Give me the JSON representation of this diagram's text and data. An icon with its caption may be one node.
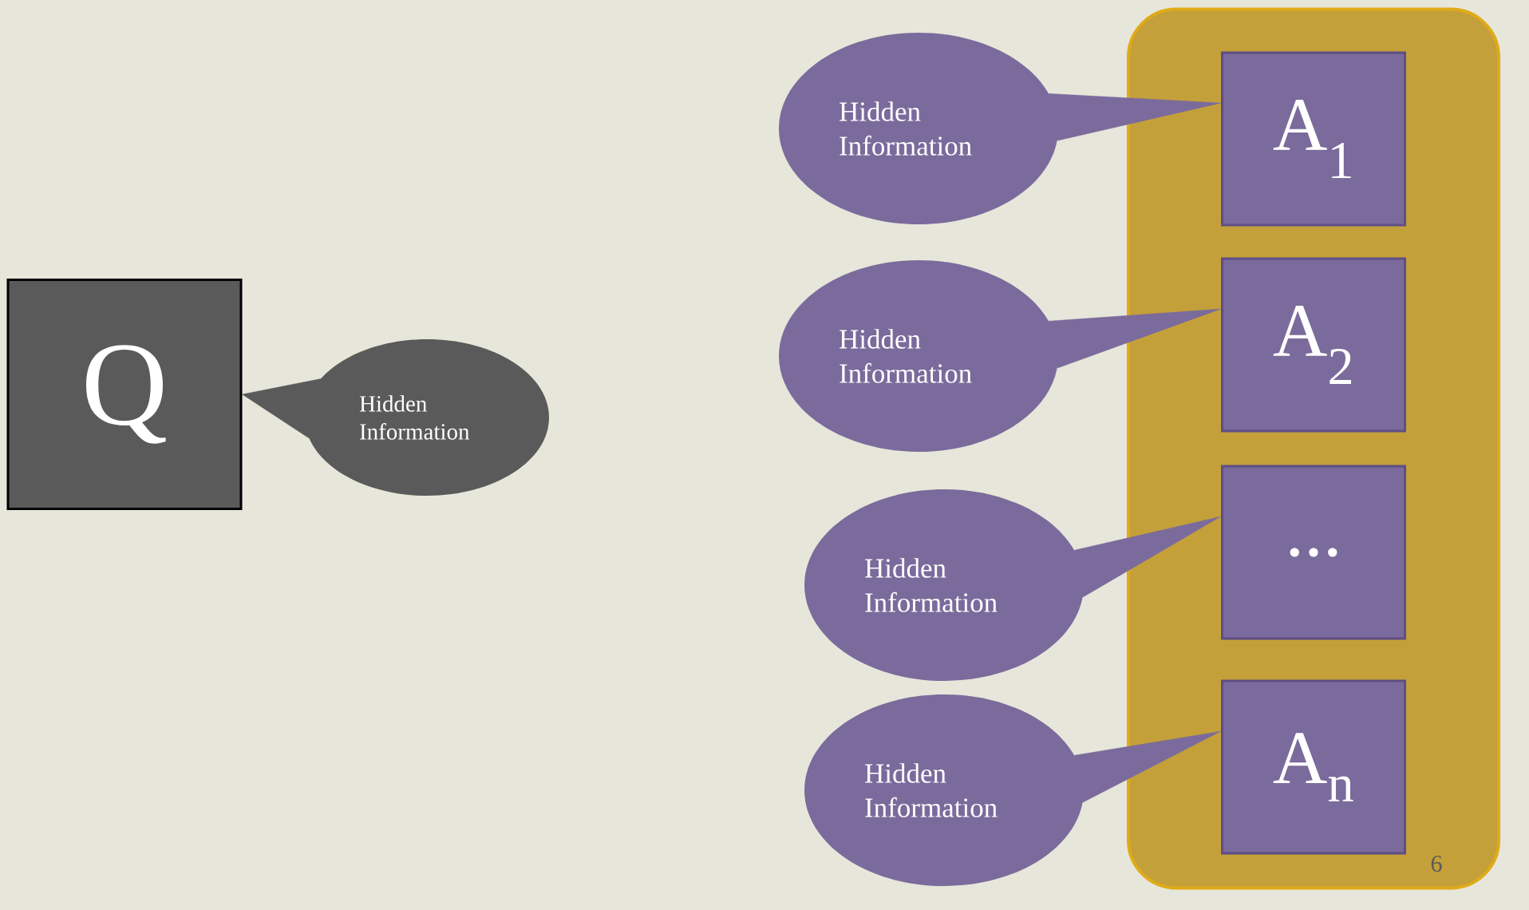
{
  "diagram": {
    "nodes": [
      {
        "text": [
          "Q"
        ]
      },
      {
        "text": [
          "Hidden Information"
        ]
      },
      {
        "text": [],
        "shape": "box"
      },
      {
        "text": [
          "A$_{1}$"
        ],
        "in": 2
      },
      {
        "text": [
          "A$_{2}$"
        ],
        "in": 2
      },
      {
        "text": [
          "..."
        ],
        "in": 2
      },
      {
        "text": [
          "A$_{n}$"
        ],
        "in": 2
      },
      {
        "text": [
          "Hidden Information"
        ]
      },
      {
        "text": [
          "Hidden Information"
        ]
      },
      {
        "text": [
          "Hidden Information"
        ]
      },
      {
        "text": [
          "Hidden Information"
        ]
      }
    ],
    "edges": [
      {
        "from": 1,
        "to": 0,
        "arrow": "to"
      },
      {
        "from": 7,
        "to": 3,
        "arrow": "to"
      },
      {
        "from": 8,
        "to": 4,
        "arrow": "to"
      },
      {
        "from": 9,
        "to": 5,
        "arrow": "to"
      },
      {
        "from": 10,
        "to": 6,
        "arrow": "to"
      }
    ],
    "labels": [
      "6"
    ]
  }
}
